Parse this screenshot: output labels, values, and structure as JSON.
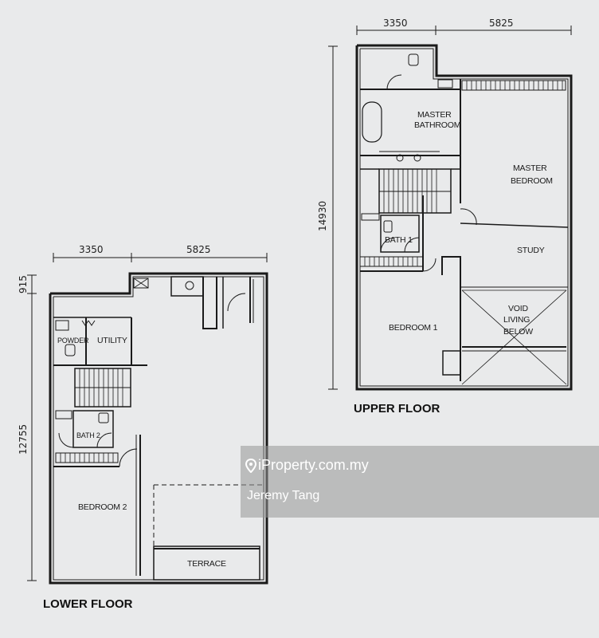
{
  "upper_floor": {
    "title": "UPPER FLOOR",
    "dims": {
      "width_left": "3350",
      "width_right": "5825",
      "depth": "14930"
    },
    "rooms": {
      "master_bathroom_1": "MASTER",
      "master_bathroom_2": "BATHROOM",
      "master_bedroom_1": "MASTER",
      "master_bedroom_2": "BEDROOM",
      "bath": "BATH 1",
      "study": "STUDY",
      "bedroom": "BEDROOM 1",
      "void_1": "VOID",
      "void_2": "LIVING",
      "void_3": "BELOW"
    }
  },
  "lower_floor": {
    "title": "LOWER FLOOR",
    "dims": {
      "width_left": "3350",
      "width_right": "5825",
      "depth": "12755",
      "offset": "915"
    },
    "rooms": {
      "powder": "POWDER",
      "utility": "UTILITY",
      "bath": "BATH 2",
      "bedroom": "BEDROOM 2",
      "terrace": "TERRACE"
    }
  },
  "watermark": {
    "brand": "iProperty.com.my",
    "agent": "Jeremy Tang",
    "icon": "location-pin-icon"
  }
}
